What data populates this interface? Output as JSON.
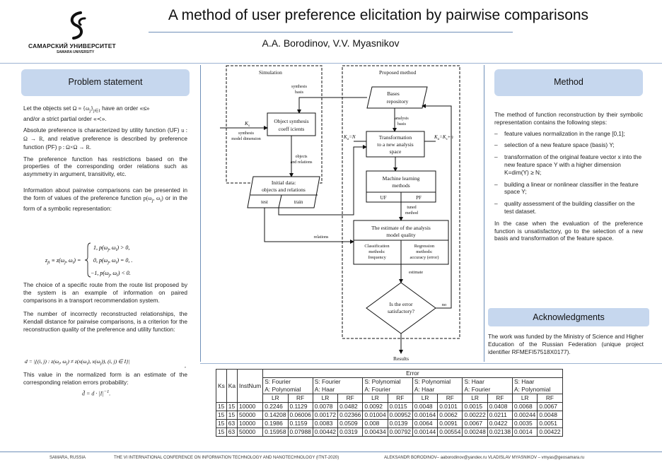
{
  "header": {
    "title": "A method of user preference elicitation by pairwise comparisons",
    "authors": "A.A. Borodinov, V.V. Myasnikov",
    "logo_main": "САМАРСКИЙ УНИВЕРСИТЕТ",
    "logo_sub": "SAMARA UNIVERSITY"
  },
  "problem": {
    "heading": "Problem statement",
    "p1a": "Let the objects set",
    "p1b": "have an order «≤»",
    "p1c": "and/or a strict partial order «≺».",
    "p2": "Absolute preference is characterized by utility function (UF)",
    "p2b": ", and relative preference is described by preference function (PF)",
    "p3": "The preference function has restrictions based on the properties of the corresponding order relations such as asymmetry in argument, transitivity, etc.",
    "p4": "Information about pairwise comparisons can be presented in the form of values of the preference function",
    "p4b": "or in the form of a symbolic representation:",
    "p5": "The choice of a specific route from the route list proposed by the system is an example of information on paired comparisons in a transport recommendation system.",
    "p6": "The number of incorrectly reconstructed relationships, the Kendall distance for pairwise comparisons, is a criterion for the reconstruction quality of the preference and utility function:",
    "p7": "This value in the normalized form is an estimate of the corresponding relation errors probability:"
  },
  "diagram": {
    "simulation": "Simulation",
    "proposed": "Proposed method",
    "synthesis_basis": "synthesis basis",
    "bases_repo": "Bases repository",
    "analysis_basis": "analysis basis",
    "ks": "K",
    "ks_sub": "s",
    "ks_label": "synthesis model dimension",
    "object_synth": "Object synthesis coefficients",
    "objects_rel": "objects and relations",
    "ka_n": "Kₐ=N",
    "ka_ks": "Kₐ=Kₛ+n",
    "transform": "Transformation to a new analysis space",
    "ml": "Machine learning methods",
    "uf": "UF",
    "pf": "PF",
    "tuned": "tuned method",
    "initial": "Initial data: objects and relations",
    "test": "test",
    "train": "train",
    "relations": "relations",
    "estimate_title": "The estimate of the analysis model quality",
    "class_methods": "Classification methods: frequency",
    "reg_methods": "Regression methods: accuracy (error)",
    "estimate": "estimate",
    "error_q": "Is the error satisfactory?",
    "no": "no",
    "results": "Results"
  },
  "method": {
    "heading": "Method",
    "intro": "The method of function reconstruction by their symbolic representation contains the following steps:",
    "steps": [
      "feature values normalization in the range [0,1];",
      "selection of a new feature space (basis) Y;",
      "transformation of the original feature vector x into the new feature space Y with a higher dimension K=dim(Y) ≥ N;",
      "building a linear or nonlinear classifier in the feature space Y;",
      "quality assessment of the building classifier on the test dataset."
    ],
    "closing": "In the case when the evaluation of the preference function is unsatisfactory, go to the selection of a new basis and transformation of the feature space."
  },
  "ack": {
    "heading": "Acknowledgments",
    "text": "The work was funded by the Ministry of Science and Higher Education of the Russian Federation (unique project identifier RFMEFI57518X0177)."
  },
  "table": {
    "h_ks": "Ks",
    "h_ka": "Ka",
    "h_inst": "InstNum",
    "h_error": "Error",
    "groups": [
      {
        "s": "S: Fourier",
        "a": "A: Polynomial"
      },
      {
        "s": "S: Fourier",
        "a": "A: Haar"
      },
      {
        "s": "S: Polynomial",
        "a": "A: Fourier"
      },
      {
        "s": "S: Polynomial",
        "a": "A: Haar"
      },
      {
        "s": "S: Haar",
        "a": "A: Fourier"
      },
      {
        "s": "S: Haar",
        "a": "A: Polynomial"
      }
    ],
    "lr": "LR",
    "rf": "RF",
    "rows": [
      [
        "15",
        "15",
        "10000",
        "0.2246",
        "0.1129",
        "0.0078",
        "0.0482",
        "0.0092",
        "0.0115",
        "0.0048",
        "0.0101",
        "0.0015",
        "0.0408",
        "0.0068",
        "0.0067"
      ],
      [
        "15",
        "15",
        "50000",
        "0.14208",
        "0.06006",
        "0.00172",
        "0.02366",
        "0.01004",
        "0.00952",
        "0.00164",
        "0.0062",
        "0.00222",
        "0.0211",
        "0.00244",
        "0.0048"
      ],
      [
        "15",
        "63",
        "10000",
        "0.1986",
        "0.1159",
        "0.0083",
        "0.0509",
        "0.008",
        "0.0139",
        "0.0064",
        "0.0091",
        "0.0067",
        "0.0422",
        "0.0035",
        "0.0051"
      ],
      [
        "15",
        "63",
        "50000",
        "0.15958",
        "0.07988",
        "0.00442",
        "0.0319",
        "0.00434",
        "0.00792",
        "0.00144",
        "0.00554",
        "0.00248",
        "0.02138",
        "0.0014",
        "0.00422"
      ]
    ]
  },
  "footer": {
    "left": "SAMARA, RUSSIA",
    "conf": "THE VI INTERNATIONAL CONFERENCE ON INFORMATION TECHNOLOGY AND NANOTECHNOLOGY (ITNT-2020)",
    "authors": "ALEKSANDR BORODINOV– aaborodinov@yandex.ru VLADISLAV MYASNIKOV – vmyas@geosamara.ru"
  }
}
